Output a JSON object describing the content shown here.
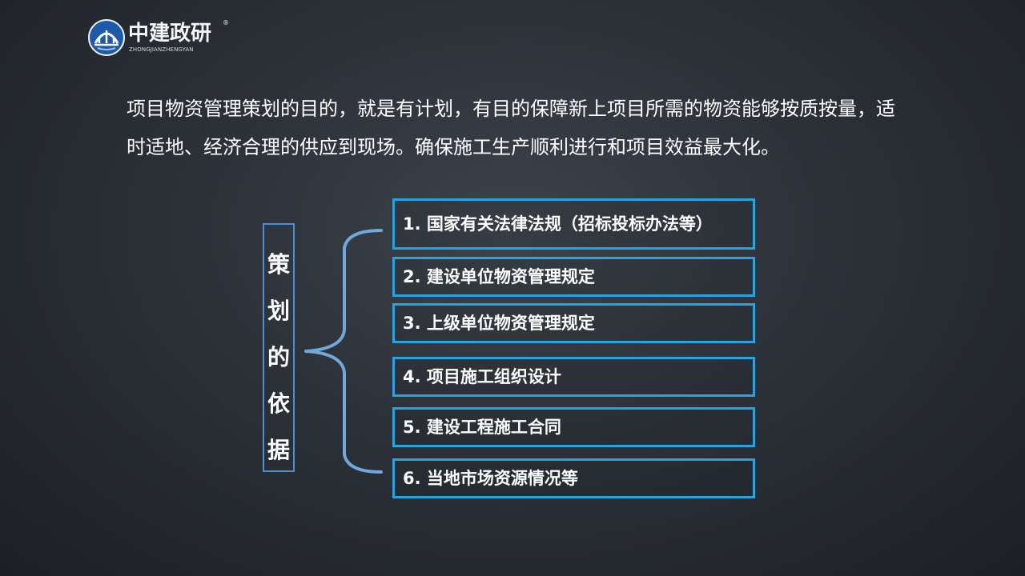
{
  "logo": {
    "brand": "中建政研",
    "sub": "ZHONGJIANZHENGYAN",
    "reg": "®"
  },
  "intro": {
    "text": "项目物资管理策划的目的，就是有计划，有目的保障新上项目所需的物资能够按质按量，适时适地、经济合理的供应到现场。确保施工生产顺利进行和项目效益最大化。"
  },
  "vertical_label": {
    "chars": [
      "策",
      "划",
      "的",
      "依",
      "据"
    ]
  },
  "items": [
    {
      "label": "1. 国家有关法律法规（招标投标办法等）"
    },
    {
      "label": "2. 建设单位物资管理规定"
    },
    {
      "label": "3. 上级单位物资管理规定"
    },
    {
      "label": "4. 项目施工组织设计"
    },
    {
      "label": "5. 建设工程施工合同"
    },
    {
      "label": "6. 当地市场资源情况等"
    }
  ],
  "colors": {
    "item_border": "#29a3df",
    "vertical_border": "#4a90d2",
    "brace": "#6fa8dc"
  }
}
